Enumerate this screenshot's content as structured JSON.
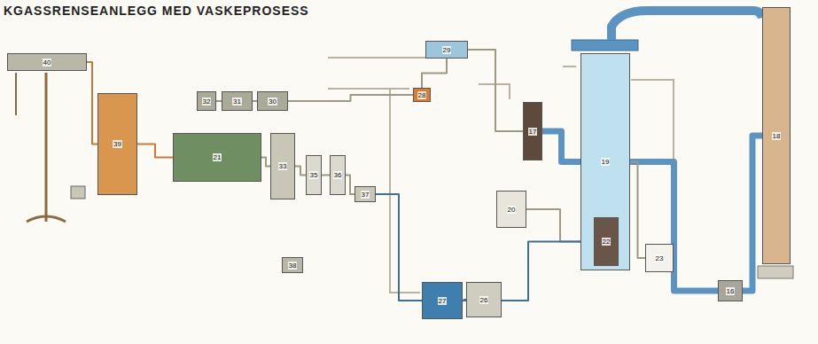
{
  "diagram": {
    "title": "KGASSRENSEANLEGG MED VASKEPROSESS",
    "nodes": [
      {
        "text": [
          "40"
        ]
      },
      {
        "text": [
          "39"
        ]
      },
      {
        "text": [
          "32"
        ]
      },
      {
        "text": [
          "31"
        ]
      },
      {
        "text": [
          "30"
        ]
      },
      {
        "text": [
          "21"
        ]
      },
      {
        "text": [
          "33"
        ]
      },
      {
        "text": [
          "35"
        ]
      },
      {
        "text": [
          "36"
        ]
      },
      {
        "text": [
          "37"
        ]
      },
      {
        "text": [
          "38"
        ]
      },
      {
        "text": [
          "28"
        ]
      },
      {
        "text": [
          "29"
        ]
      },
      {
        "text": [
          "27"
        ]
      },
      {
        "text": [
          "26"
        ]
      },
      {
        "text": [
          "17"
        ]
      },
      {
        "text": [
          "20"
        ]
      },
      {
        "text": [
          "19"
        ]
      },
      {
        "text": [
          "22"
        ]
      },
      {
        "text": [
          "23"
        ]
      },
      {
        "text": [
          "18"
        ]
      },
      {
        "text": [
          "16"
        ]
      }
    ],
    "edges": [
      {
        "from": 0,
        "to": 1,
        "arrow": "none"
      },
      {
        "from": 1,
        "to": 5,
        "arrow": "none"
      },
      {
        "from": 5,
        "to": 6,
        "arrow": "none"
      },
      {
        "from": 6,
        "to": 7,
        "arrow": "none"
      },
      {
        "from": 7,
        "to": 8,
        "arrow": "none"
      },
      {
        "from": 8,
        "to": 9,
        "arrow": "none"
      },
      {
        "from": 9,
        "to": 13,
        "arrow": "none"
      },
      {
        "from": 2,
        "to": 3,
        "arrow": "none"
      },
      {
        "from": 3,
        "to": 4,
        "arrow": "none"
      },
      {
        "from": 4,
        "to": 11,
        "arrow": "none"
      },
      {
        "from": 11,
        "to": 12,
        "arrow": "none"
      },
      {
        "from": 12,
        "to": 15,
        "arrow": "none"
      },
      {
        "from": 15,
        "to": 17,
        "arrow": "none"
      },
      {
        "from": 17,
        "to": 21,
        "arrow": "none"
      },
      {
        "from": 21,
        "to": 20,
        "arrow": "none"
      },
      {
        "from": 16,
        "to": 18,
        "arrow": "none"
      },
      {
        "from": 18,
        "to": 13,
        "arrow": "none"
      },
      {
        "from": 13,
        "to": 14,
        "arrow": "none"
      },
      {
        "from": 17,
        "to": 19,
        "arrow": "none"
      }
    ]
  }
}
